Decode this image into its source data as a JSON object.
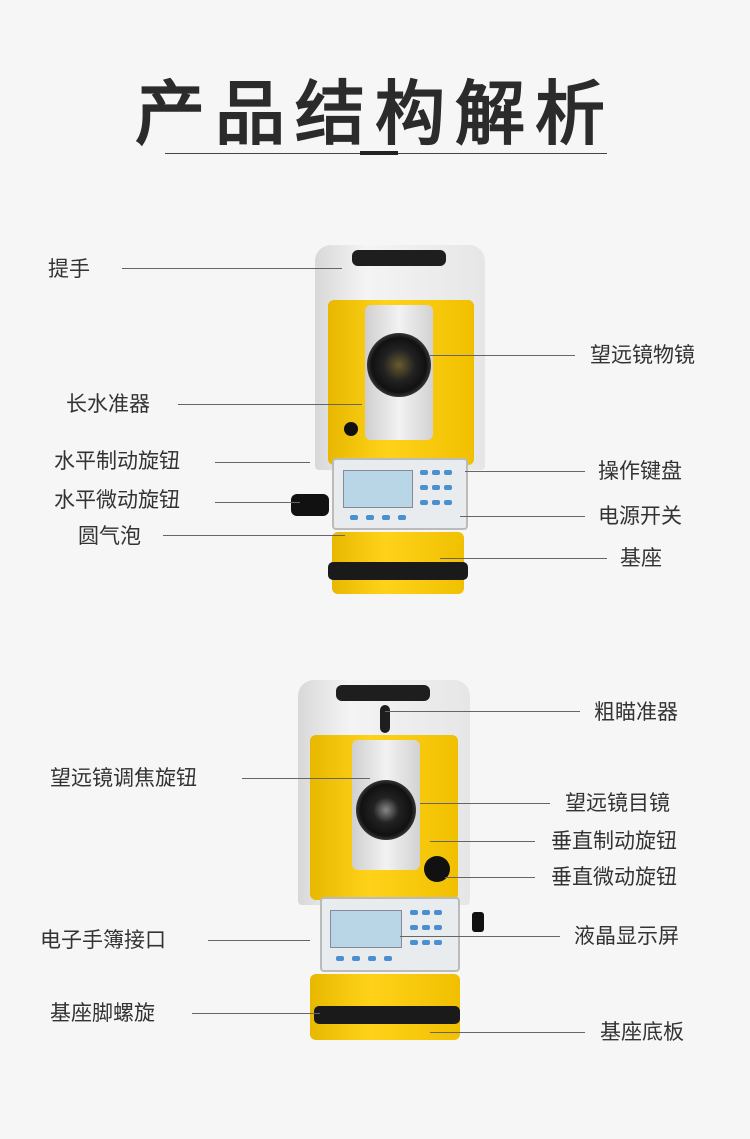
{
  "title": "产品结构解析",
  "view1": {
    "labels_left": [
      "提手",
      "长水准器",
      "水平制动旋钮",
      "水平微动旋钮",
      "圆气泡"
    ],
    "labels_right": [
      "望远镜物镜",
      "操作键盘",
      "电源开关",
      "基座"
    ]
  },
  "view2": {
    "labels_left": [
      "望远镜调焦旋钮",
      "电子手簿接口",
      "基座脚螺旋"
    ],
    "labels_right": [
      "粗瞄准器",
      "望远镜目镜",
      "垂直制动旋钮",
      "垂直微动旋钮",
      "液晶显示屏",
      "基座底板"
    ]
  },
  "colors": {
    "body_yellow": "#ffd21a",
    "frame_gray": "#e6e6e6",
    "text": "#333333"
  }
}
